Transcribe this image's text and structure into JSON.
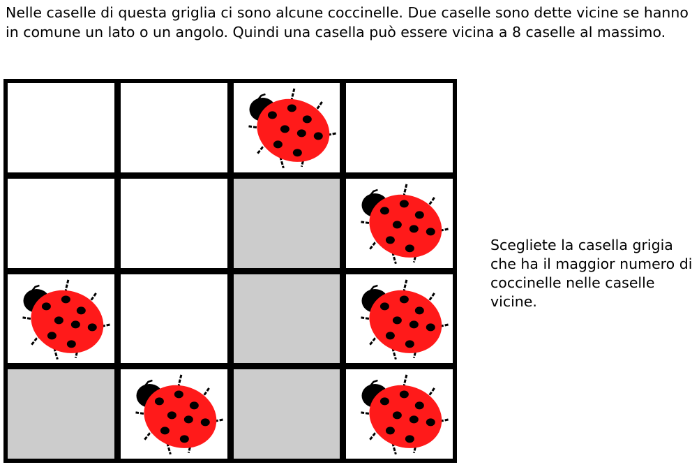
{
  "instructions": "Nelle caselle di questa griglia ci sono alcune coccinelle. Due caselle sono dette vicine se hanno in comune un lato o un angolo. Quindi una casella può essere vicina a 8 caselle al massimo.",
  "question": "Scegliete la casella grigia che ha il maggior numero di coccinelle nelle caselle vicine.",
  "colors": {
    "grid_line": "#000000",
    "cell_white": "#ffffff",
    "cell_gray": "#cccccc",
    "ladybug_body": "#ff1a1a",
    "ladybug_head": "#000000"
  },
  "grid": {
    "rows": 4,
    "cols": 4,
    "cells": [
      [
        {
          "type": "white",
          "ladybug": false
        },
        {
          "type": "white",
          "ladybug": false
        },
        {
          "type": "white",
          "ladybug": true
        },
        {
          "type": "white",
          "ladybug": false
        }
      ],
      [
        {
          "type": "white",
          "ladybug": false
        },
        {
          "type": "white",
          "ladybug": false
        },
        {
          "type": "gray",
          "ladybug": false
        },
        {
          "type": "white",
          "ladybug": true
        }
      ],
      [
        {
          "type": "white",
          "ladybug": true
        },
        {
          "type": "white",
          "ladybug": false
        },
        {
          "type": "gray",
          "ladybug": false
        },
        {
          "type": "white",
          "ladybug": true
        }
      ],
      [
        {
          "type": "gray",
          "ladybug": false
        },
        {
          "type": "white",
          "ladybug": true
        },
        {
          "type": "gray",
          "ladybug": false
        },
        {
          "type": "white",
          "ladybug": true
        }
      ]
    ]
  }
}
